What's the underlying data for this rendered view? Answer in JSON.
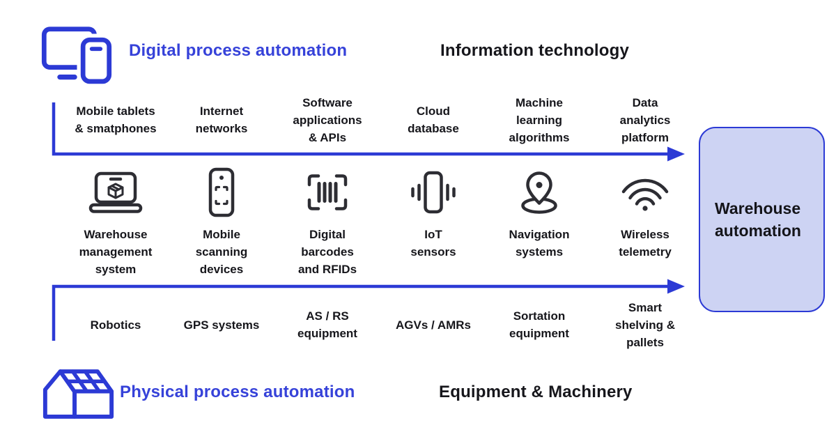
{
  "colors": {
    "accent_blue": "#2c3ad5",
    "heading_blue": "#3642d9",
    "box_fill": "#cdd3f3",
    "icon_dark": "#2d2d33",
    "text_dark": "#16161b"
  },
  "headers": {
    "digital": "Digital process automation",
    "information": "Information technology",
    "physical": "Physical process automation",
    "equipment": "Equipment & Machinery"
  },
  "it_layer": {
    "labels": [
      "Mobile tablets\n& smatphones",
      "Internet\nnetworks",
      "Software\napplications\n& APIs",
      "Cloud\ndatabase",
      "Machine\nlearning\nalgorithms",
      "Data\nanalytics\nplatform"
    ]
  },
  "tech_layer": {
    "items": [
      {
        "icon": "laptop-package-icon",
        "label": "Warehouse\nmanagement\nsystem"
      },
      {
        "icon": "scanner-phone-icon",
        "label": "Mobile\nscanning\ndevices"
      },
      {
        "icon": "barcode-scan-icon",
        "label": "Digital\nbarcodes\nand RFIDs"
      },
      {
        "icon": "vibrating-phone-icon",
        "label": "IoT\nsensors"
      },
      {
        "icon": "location-pin-icon",
        "label": "Navigation\nsystems"
      },
      {
        "icon": "wifi-icon",
        "label": "Wireless\ntelemetry"
      }
    ]
  },
  "equipment_layer": {
    "labels": [
      "Robotics",
      "GPS systems",
      "AS / RS\nequipment",
      "AGVs / AMRs",
      "Sortation\nequipment",
      "Smart\nshelving &\npallets"
    ]
  },
  "result_box": {
    "label": "Warehouse\nautomation"
  }
}
